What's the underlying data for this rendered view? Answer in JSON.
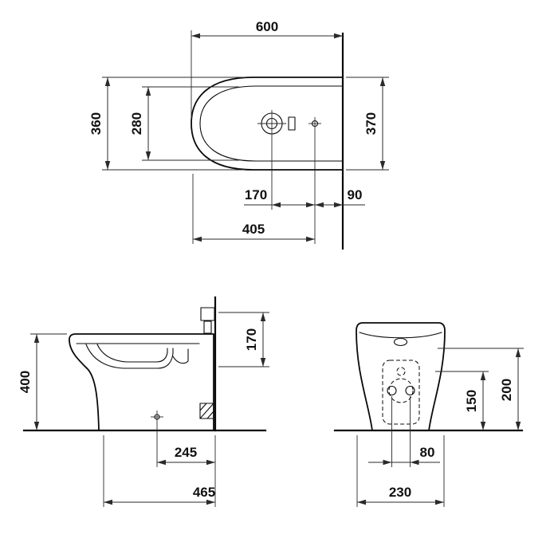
{
  "drawing_type": "bidet-installation-technical-drawing",
  "colors": {
    "background": "#ffffff",
    "line": "#111111"
  },
  "views": {
    "plan": {
      "label_width": "600",
      "label_depth_outer": "360",
      "label_depth_inner": "280",
      "label_side_width": "370",
      "label_tap_spacing": "170",
      "label_drain_to_wall": "90",
      "label_front_to_drain": "405"
    },
    "side": {
      "label_height": "400",
      "label_inlet_drop": "170",
      "label_fixing_to_wall": "245",
      "label_base_depth": "465"
    },
    "front": {
      "label_fixing_height": "150",
      "label_inlet_height": "200",
      "label_fixing_spacing": "80",
      "label_width": "230"
    }
  }
}
